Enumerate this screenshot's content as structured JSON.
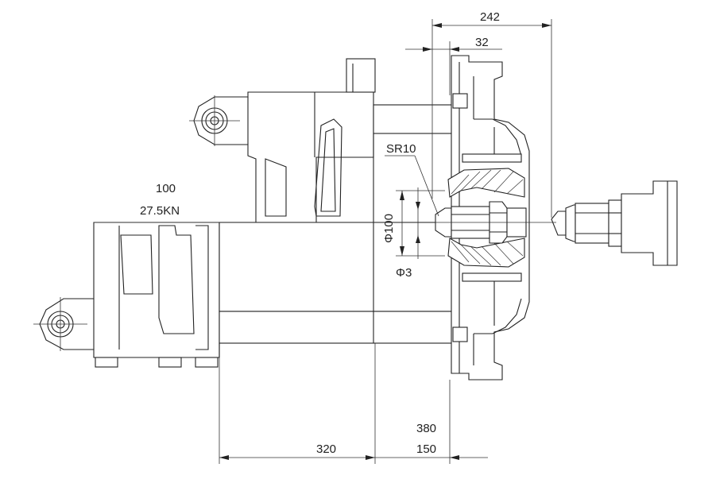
{
  "dimensions": {
    "top_overall": "242",
    "top_offset": "32",
    "sphere_radius": "SR10",
    "pin_diameter": "Φ100",
    "small_diameter": "Φ3",
    "force_stroke": "100",
    "force_value": "27.5KN",
    "bottom_base": "320",
    "bottom_top": "380",
    "bottom_sub": "150"
  }
}
